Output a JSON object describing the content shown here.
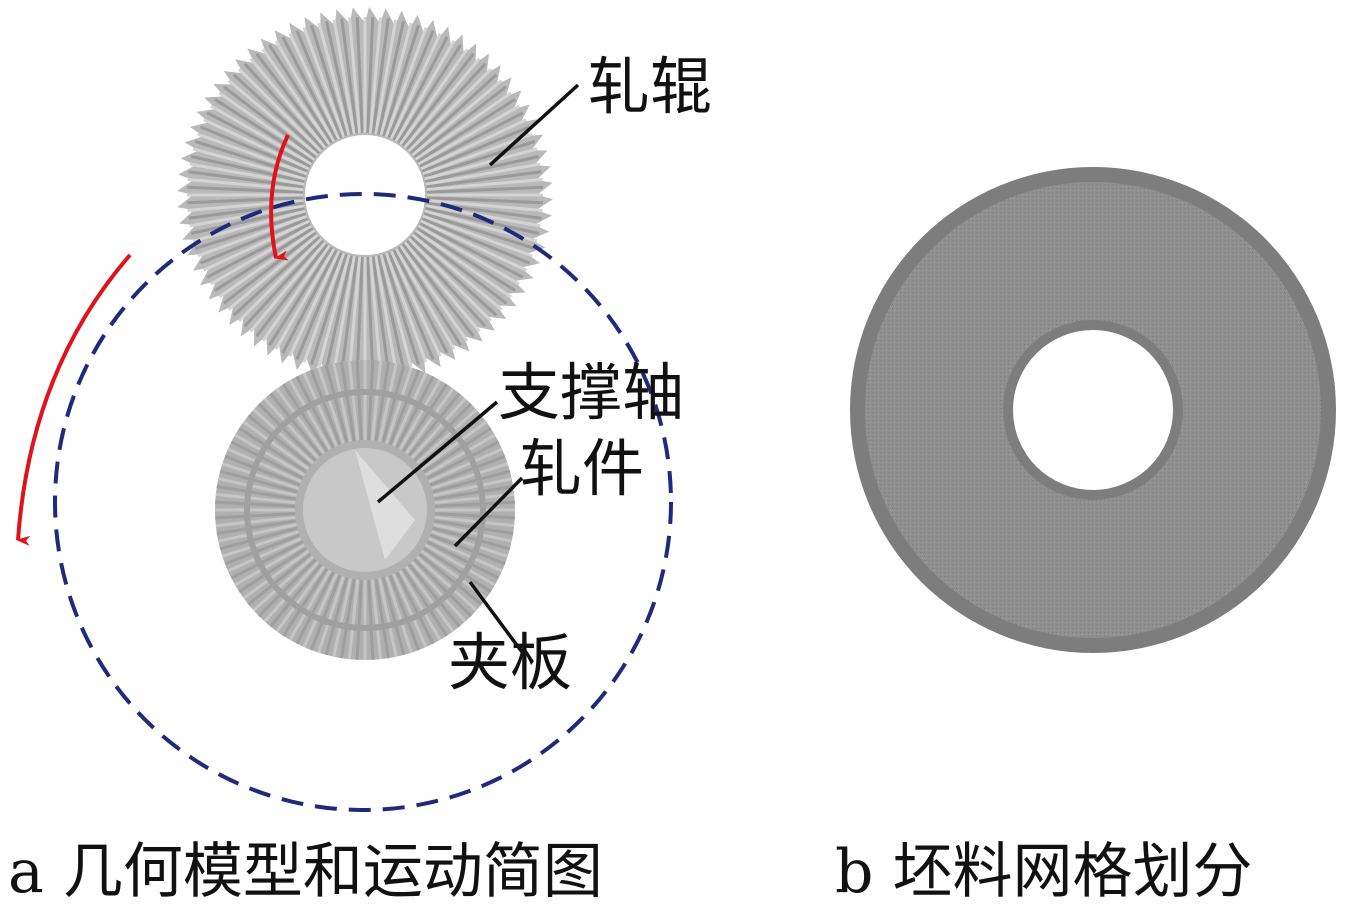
{
  "panel_a": {
    "labels": {
      "roll": "轧辊",
      "support_shaft": "支撑轴",
      "workpiece": "轧件",
      "clamp_plate": "夹板"
    },
    "caption": "a 几何模型和运动简图"
  },
  "panel_b": {
    "caption": "b 坯料网格划分"
  },
  "colors": {
    "dashed_path": "#1f2a7a",
    "arrow": "#e0121b",
    "mesh": "#8c8c8c"
  }
}
